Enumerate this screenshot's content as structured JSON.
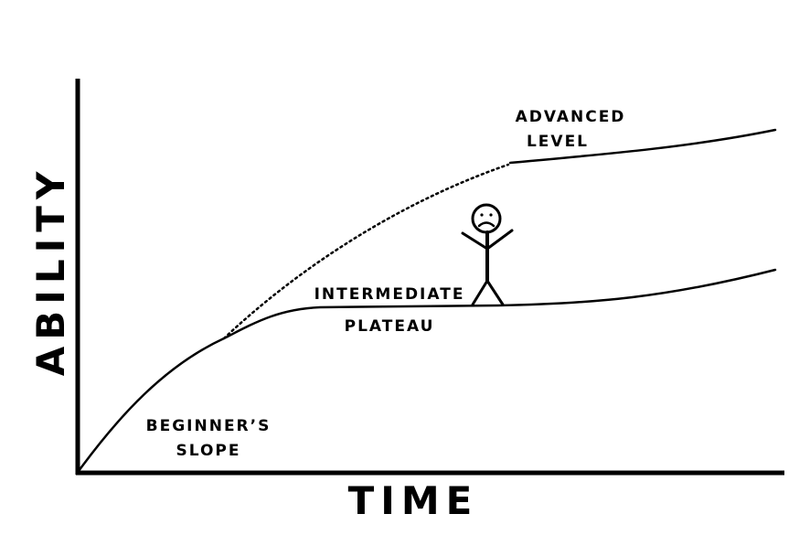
{
  "axes": {
    "y_label": "ABILITY",
    "x_label": "TIME"
  },
  "stages": {
    "beginner": {
      "line1": "BEGINNER’S",
      "line2": "SLOPE"
    },
    "intermediate": {
      "line1": "INTERMEDIATE",
      "line2": "PLATEAU"
    },
    "advanced": {
      "line1": "ADVANCED",
      "line2": "LEVEL"
    }
  },
  "figure": {
    "mood": "sad",
    "icon": "sad-stick-figure-icon"
  },
  "colors": {
    "ink": "#000000",
    "background": "#ffffff"
  }
}
